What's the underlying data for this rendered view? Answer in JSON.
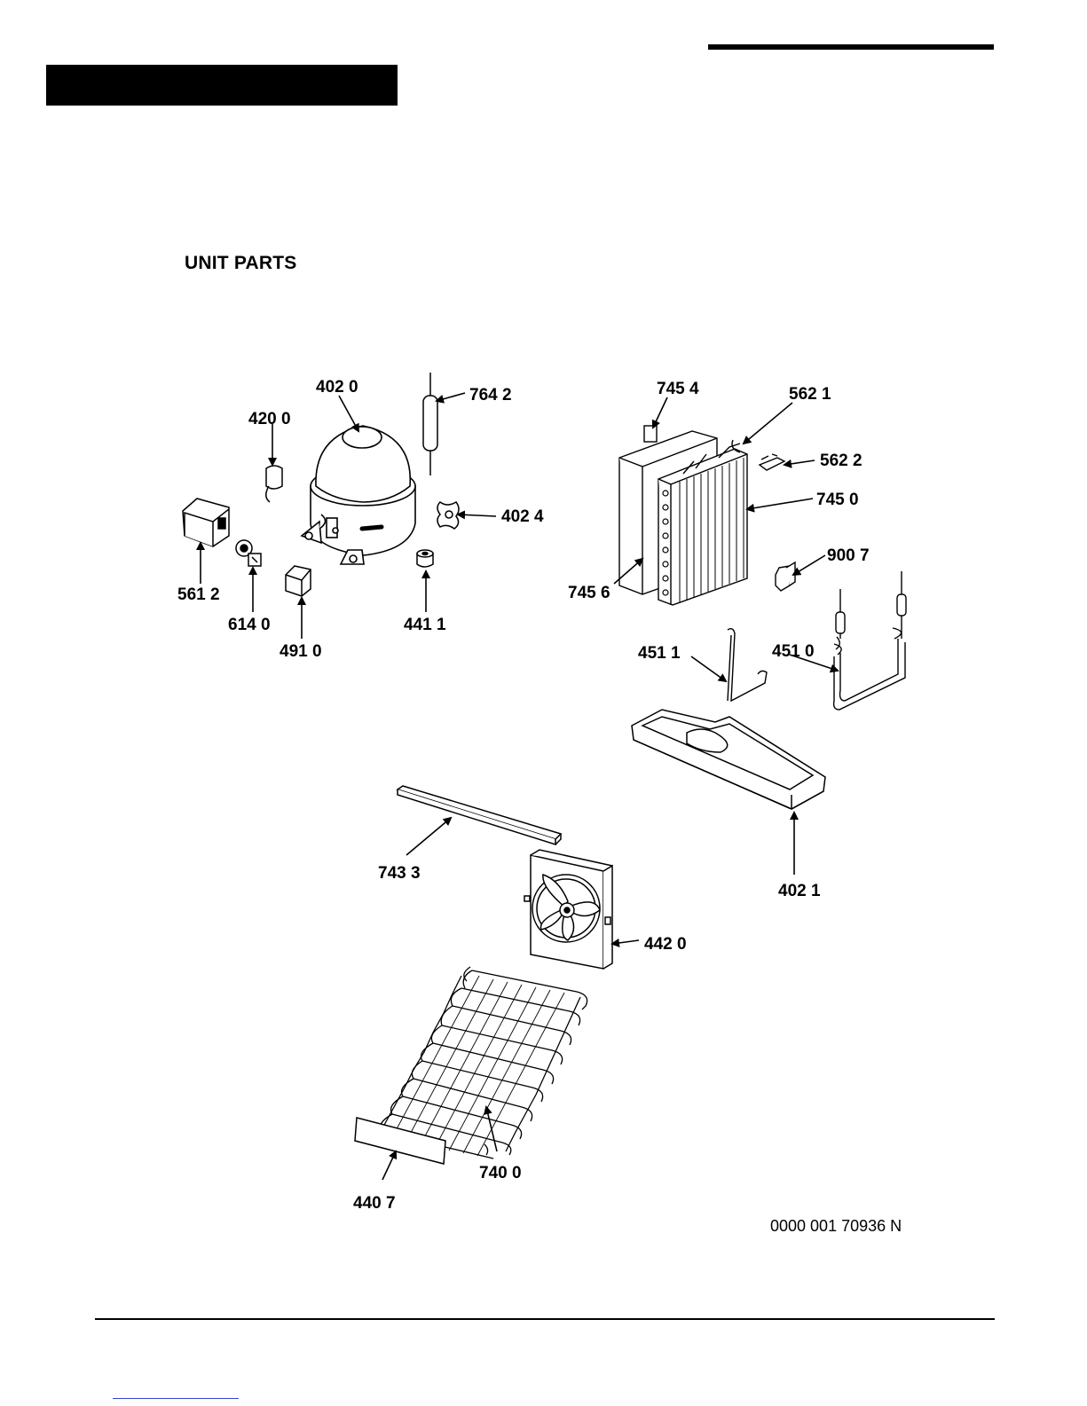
{
  "section_title": "UNIT PARTS",
  "doc_number": "0000 001 70936 N",
  "callouts": {
    "c4020": "402 0",
    "c7642": "764 2",
    "c4200": "420 0",
    "c4024": "402 4",
    "c5612": "561 2",
    "c6140": "614 0",
    "c4910": "491 0",
    "c4411": "441 1",
    "c7454": "745 4",
    "c5621": "562 1",
    "c5622": "562 2",
    "c7450": "745 0",
    "c9007": "900 7",
    "c7456": "745 6",
    "c4511": "451 1",
    "c4510": "451 0",
    "c4021": "402 1",
    "c7433": "743 3",
    "c4420": "442 0",
    "c7400": "740 0",
    "c4407": "440 7"
  }
}
